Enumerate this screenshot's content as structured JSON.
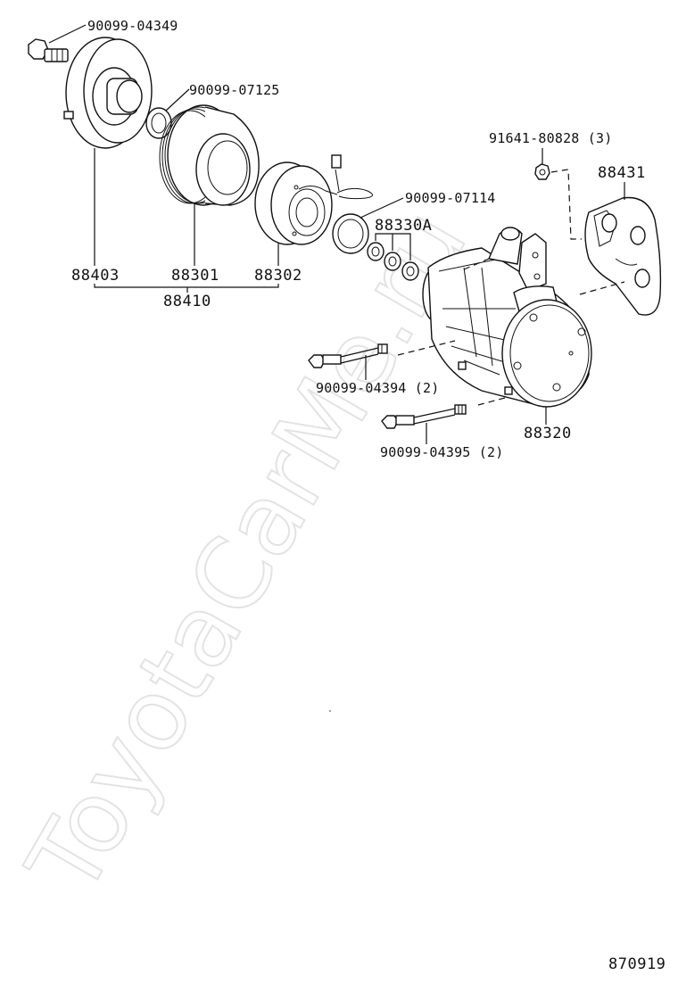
{
  "watermark": "ToyotaCarMe.ru",
  "diagram_code": "870919",
  "callouts": {
    "bolt_top": "90099-04349",
    "snap_ring_small": "90099-07125",
    "snap_ring_large": "90099-07114",
    "nut": "91641-80828 (3)",
    "bracket": "88431",
    "shims": "88330A",
    "hub": "88403",
    "pulley": "88301",
    "field_coil": "88302",
    "clutch_assy": "88410",
    "bolt_long_upper": "90099-04394 (2)",
    "bolt_long_lower": "90099-04395 (2)",
    "compressor": "88320"
  }
}
